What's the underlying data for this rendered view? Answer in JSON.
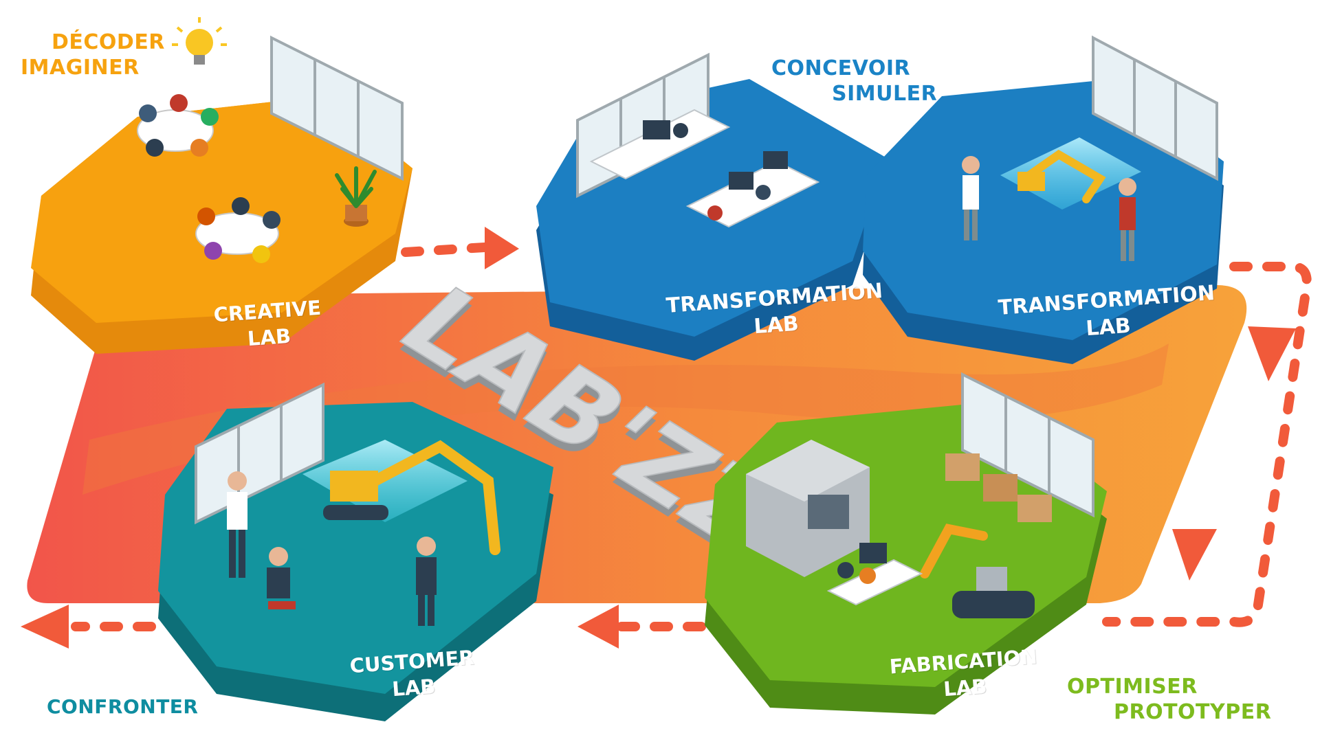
{
  "brand": {
    "center_text": "LAB'ZZ"
  },
  "phases": {
    "decoder": "DÉCODER",
    "imaginer": "IMAGINER",
    "concevoir": "CONCEVOIR",
    "simuler": "SIMULER",
    "confronter": "CONFRONTER",
    "optimiser": "OPTIMISER",
    "prototyper": "PROTOTYPER"
  },
  "labs": {
    "creative": {
      "line1": "CREATIVE",
      "line2": "LAB",
      "color": "#F7A10F",
      "dark": "#E58A0C"
    },
    "transformation_a": {
      "line1": "TRANSFORMATION",
      "line2": "LAB",
      "color": "#1C7FC2",
      "dark": "#135F9A"
    },
    "transformation_b": {
      "line1": "TRANSFORMATION",
      "line2": "LAB",
      "color": "#1C7FC2",
      "dark": "#135F9A"
    },
    "customer": {
      "line1": "CUSTOMER",
      "line2": "LAB",
      "color": "#13949E",
      "dark": "#0D6F78"
    },
    "fabrication": {
      "line1": "FABRICATION",
      "line2": "LAB",
      "color": "#6FB61F",
      "dark": "#4F8C16"
    }
  },
  "colors": {
    "path_start": "#F2554A",
    "path_end": "#F7A23A",
    "arrow": "#F15A3A",
    "bulb": "#F9C623"
  }
}
